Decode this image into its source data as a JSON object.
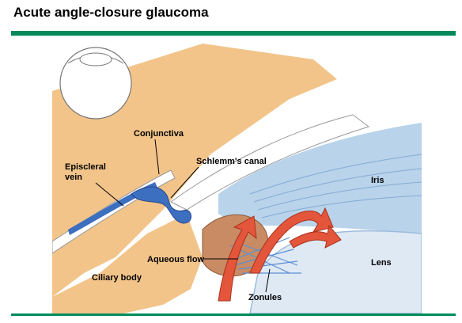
{
  "title": "Acute angle-closure glaucoma",
  "colors": {
    "rule": "#008a5a",
    "tissue_tan": "#f2c48a",
    "iris_blue": "#b8d3ea",
    "flow_red": "#e4563b",
    "zonule_blue": "#5b8fd4",
    "vein_blue": "#3d6fc0"
  },
  "diagram": {
    "labels": {
      "conjunctiva": "Conjunctiva",
      "episcleral_vein_line1": "Episcleral",
      "episcleral_vein_line2": "vein",
      "schlemms_canal": "Schlemm's canal",
      "iris": "Iris",
      "aqueous_flow": "Aqueous flow",
      "lens": "Lens",
      "ciliary_body": "Ciliary body",
      "zonules": "Zonules"
    }
  }
}
